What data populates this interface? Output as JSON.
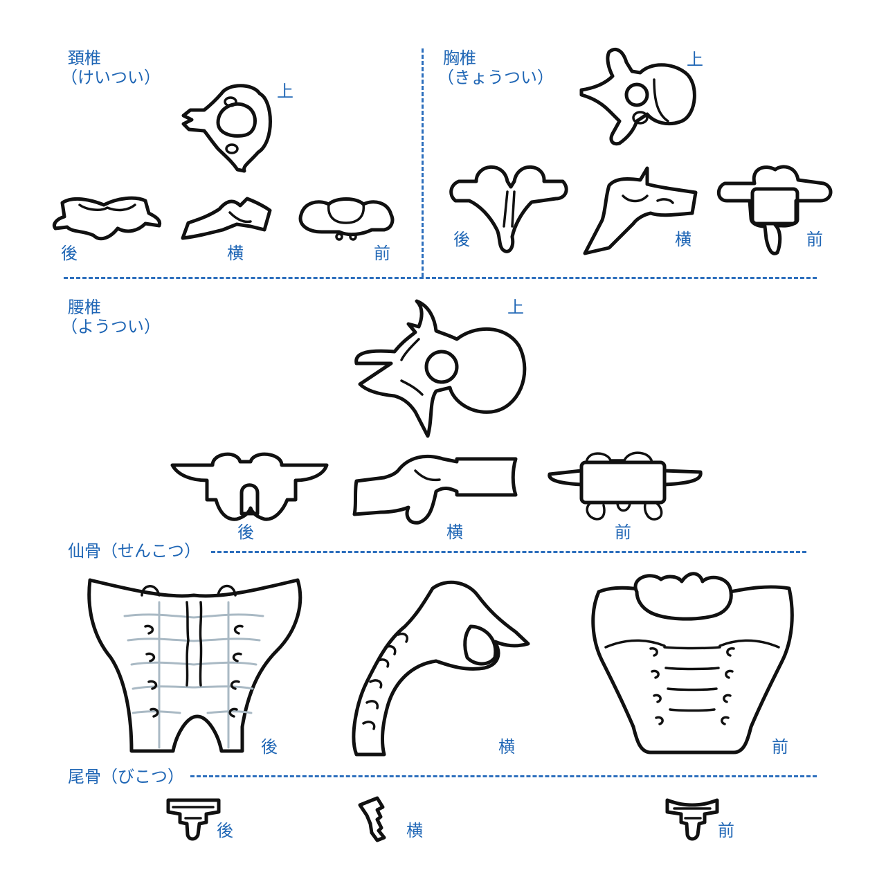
{
  "sections": {
    "cervical": {
      "title": "頚椎",
      "reading": "（けいつい）",
      "views": {
        "top": "上",
        "back": "後",
        "side": "横",
        "front": "前"
      }
    },
    "thoracic": {
      "title": "胸椎",
      "reading": "（きょうつい）",
      "views": {
        "top": "上",
        "back": "後",
        "side": "横",
        "front": "前"
      }
    },
    "lumbar": {
      "title": "腰椎",
      "reading": "（ようつい）",
      "views": {
        "top": "上",
        "back": "後",
        "side": "横",
        "front": "前"
      }
    },
    "sacrum": {
      "title": "仙骨（せんこつ）",
      "views": {
        "back": "後",
        "side": "横",
        "front": "前"
      }
    },
    "coccyx": {
      "title": "尾骨（びこつ）",
      "views": {
        "back": "後",
        "side": "横",
        "front": "前"
      }
    }
  },
  "colors": {
    "label": "#1f66b5",
    "divider": "#2d6fbd",
    "line": "#111111",
    "sacrum_grid": "#a9b9c4"
  }
}
